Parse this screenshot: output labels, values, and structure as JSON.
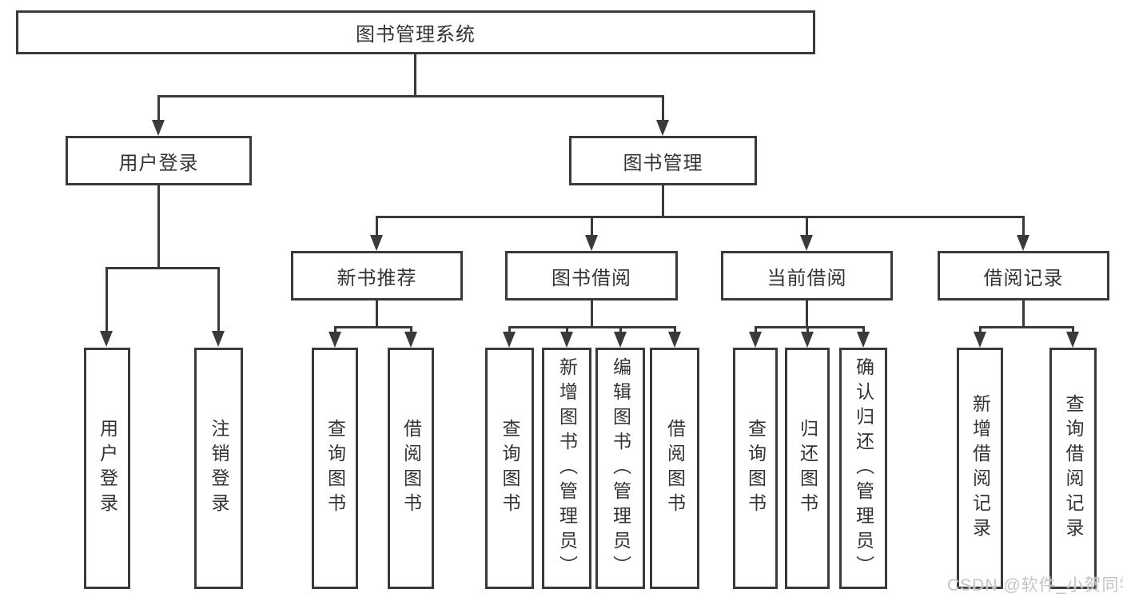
{
  "tree": {
    "root": {
      "label": "图书管理系统"
    },
    "children": [
      {
        "label": "用户登录",
        "children": [
          {
            "label": "用户登录"
          },
          {
            "label": "注销登录"
          }
        ]
      },
      {
        "label": "图书管理",
        "children": [
          {
            "label": "新书推荐",
            "children": [
              {
                "label": "查询图书"
              },
              {
                "label": "借阅图书"
              }
            ]
          },
          {
            "label": "图书借阅",
            "children": [
              {
                "label": "查询图书"
              },
              {
                "label": "新增图书（管理员）"
              },
              {
                "label": "编辑图书（管理员）"
              },
              {
                "label": "借阅图书"
              }
            ]
          },
          {
            "label": "当前借阅",
            "children": [
              {
                "label": "查询图书"
              },
              {
                "label": "归还图书"
              },
              {
                "label": "确认归还（管理员）"
              }
            ]
          },
          {
            "label": "借阅记录",
            "children": [
              {
                "label": "新增借阅记录"
              },
              {
                "label": "查询借阅记录"
              }
            ]
          }
        ]
      }
    ]
  },
  "watermark": {
    "text": "CSDN @软件_小贺同学"
  },
  "colors": {
    "line": "#3a3a3a",
    "text": "#333333",
    "watermark": "#c4c4c4",
    "background": "#ffffff"
  }
}
